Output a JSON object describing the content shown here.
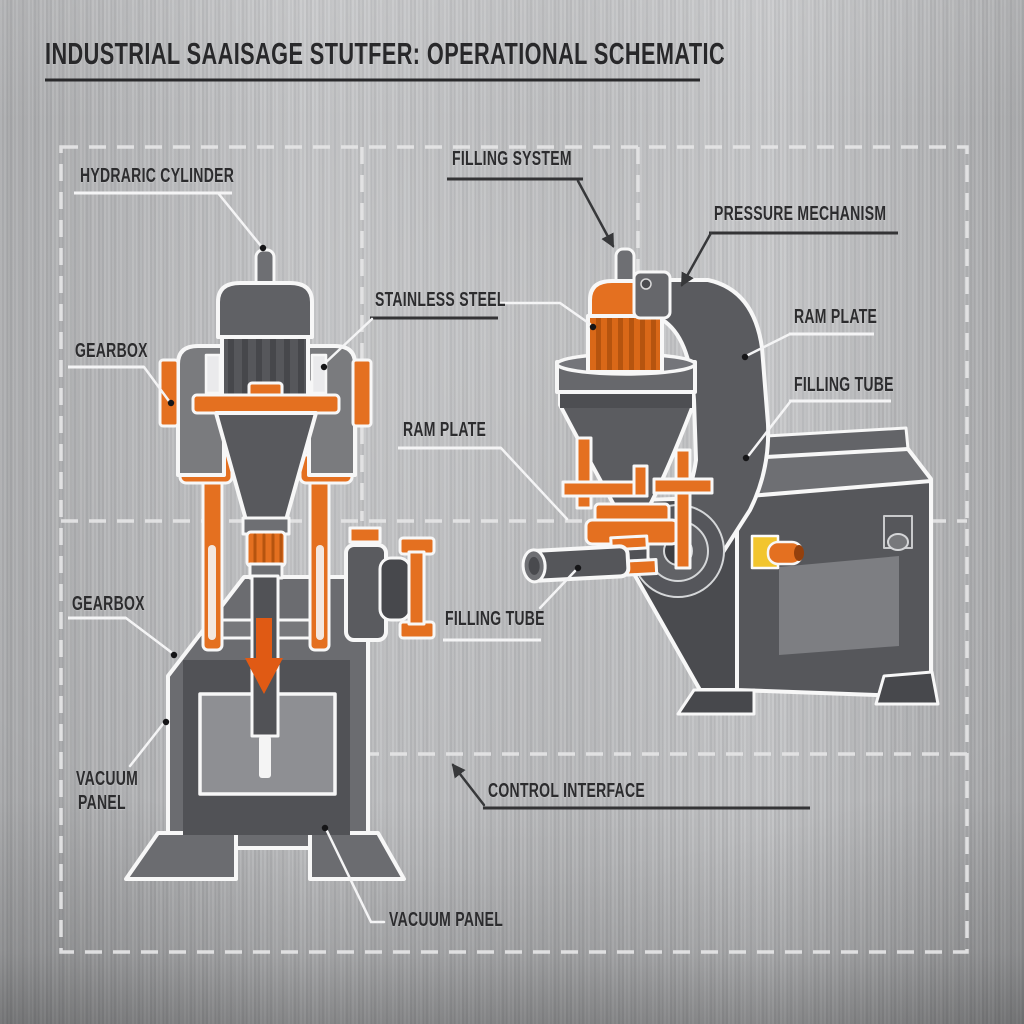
{
  "title": {
    "text": "INDUSTRIAL SAAISAGE STUTFER: OPERATIONAL SCHEMATIC"
  },
  "schematic": {
    "labels": {
      "hydraulic_cylinder": {
        "text": "HYDRARIC CYLINDER"
      },
      "gearbox_upper": {
        "text": "GEARBOX"
      },
      "stainless_steel": {
        "text": "STAINLESS STEEL"
      },
      "ram_plate_center": {
        "text": "RAM PLATE"
      },
      "filling_system": {
        "text": "FILLING SYSTEM"
      },
      "pressure_mechanism": {
        "text": "PRESSURE MECHANISM"
      },
      "ram_plate_right": {
        "text": "RAM PLATE"
      },
      "filling_tube_right": {
        "text": "FILLING TUBE"
      },
      "filling_tube_center": {
        "text": "FILLING TUBE"
      },
      "gearbox_lower": {
        "text": "GEARBOX"
      },
      "vacuum_panel_left": {
        "line1": "VACUUM",
        "line2": "PANEL"
      },
      "control_interface": {
        "text": "CONTROL INTERFACE"
      },
      "vacuum_panel_bottom": {
        "text": "VACUUM PANEL"
      }
    },
    "machines": {
      "left": {
        "description": "vertical sausage stuffer, front cutaway view"
      },
      "right": {
        "description": "sausage stuffer with hopper, three-quarter view"
      }
    },
    "colors": {
      "accent_orange": "#e47020",
      "accent_yellow": "#f2c52e",
      "machine_dark_gray": "#56575b",
      "machine_mid_gray": "#6e6f73",
      "background_metal": "#b5b6b8",
      "label_text": "#2c2c2e",
      "leader_light": "#f4f4f5",
      "leader_dark": "#37383a",
      "dashed_line": "#e5e5e6"
    }
  }
}
